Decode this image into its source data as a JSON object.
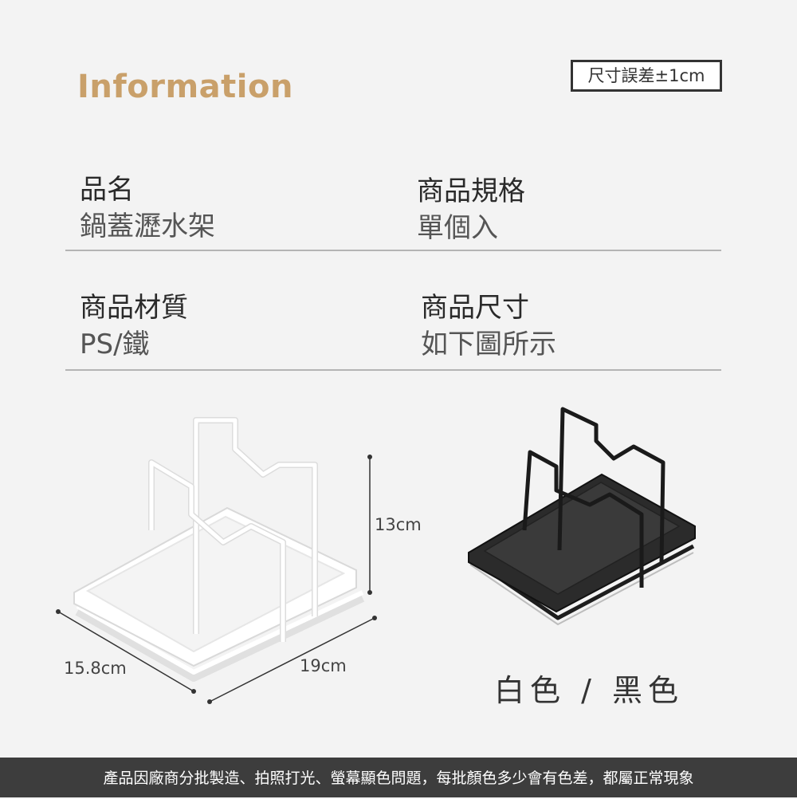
{
  "header": {
    "title": "Information",
    "tolerance": "尺寸誤差±1cm"
  },
  "specs": [
    {
      "label": "品名",
      "value": "鍋蓋瀝水架"
    },
    {
      "label": "商品規格",
      "value": "單個入"
    },
    {
      "label": "商品材質",
      "value": "PS/鐵"
    },
    {
      "label": "商品尺寸",
      "value": "如下圖所示"
    }
  ],
  "dimensions": {
    "height": "13cm",
    "depth": "15.8cm",
    "width": "19cm"
  },
  "colors_label": "白色 / 黑色",
  "products": {
    "white": {
      "frame_color": "#ffffff",
      "tray_color": "#ffffff"
    },
    "black": {
      "frame_color": "#1e1e1e",
      "tray_color": "#2b2b2b"
    }
  },
  "footer": "產品因廠商分批製造、拍照打光、螢幕顯色問題，每批顏色多少會有色差，都屬正常現象"
}
